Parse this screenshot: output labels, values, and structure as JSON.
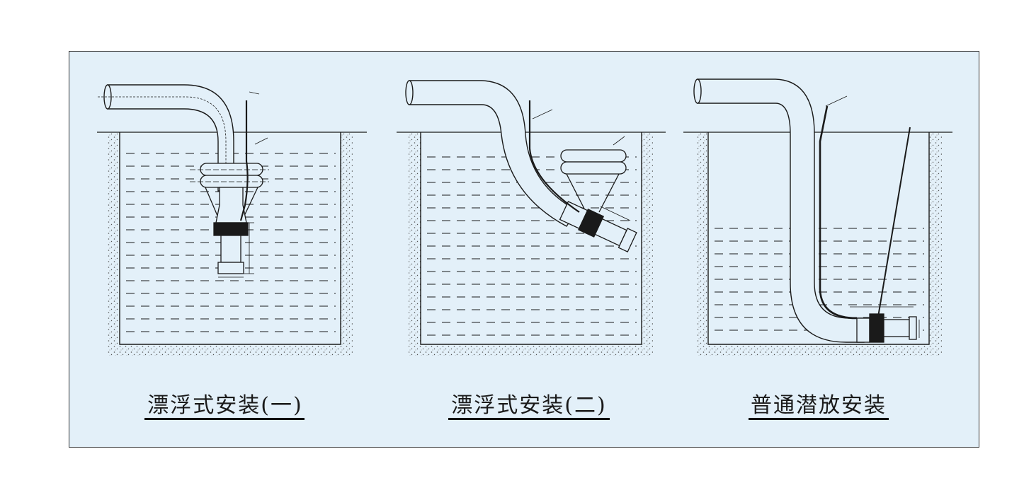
{
  "colors": {
    "panel": "#e3f0f9",
    "line": "#1a1a1a",
    "soil": "#555555"
  },
  "panels": [
    {
      "caption": "漂浮式安装(一)"
    },
    {
      "caption": "漂浮式安装(二)"
    },
    {
      "caption": "普通潜放安装"
    }
  ]
}
